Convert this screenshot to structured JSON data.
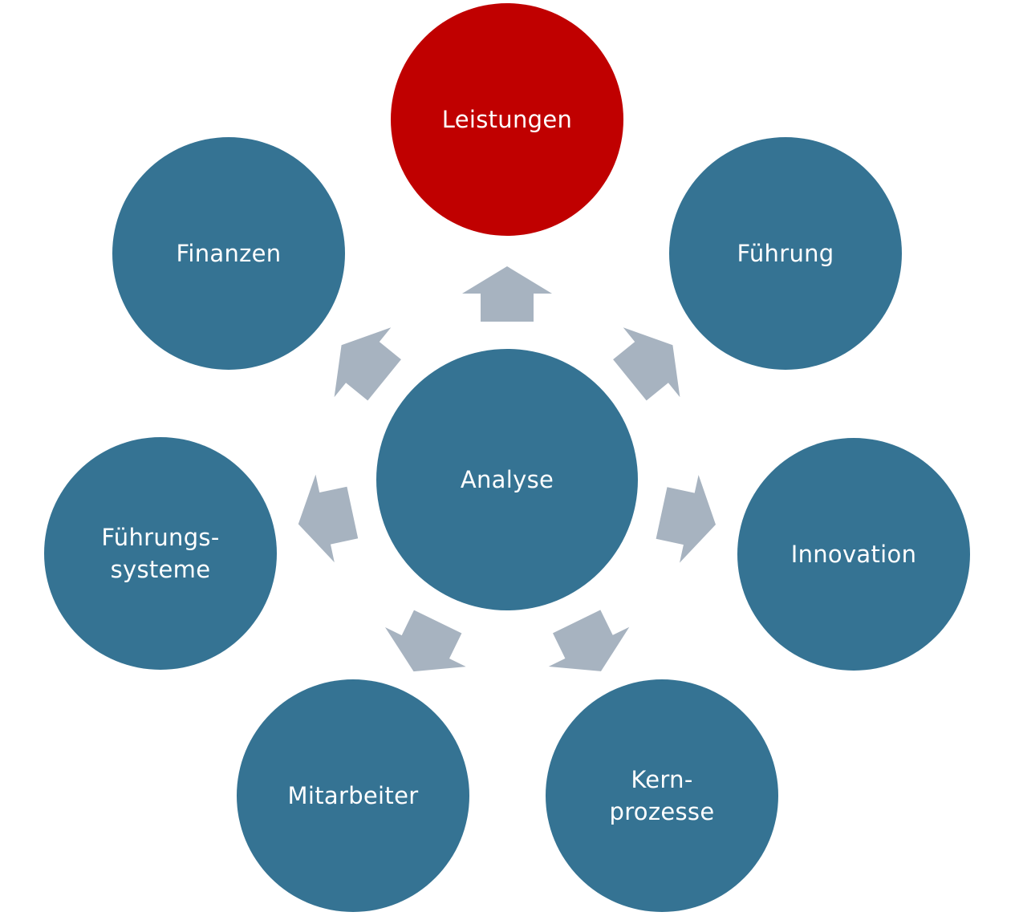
{
  "diagram": {
    "title": "",
    "colors": {
      "node": "#357393",
      "highlight": "#C00000",
      "arrow": "#A7B3C0",
      "text": "#FFFFFF"
    },
    "center": {
      "label": "Analyse"
    },
    "nodes": [
      {
        "label": "Leistungen",
        "highlighted": true
      },
      {
        "label": "Führung",
        "highlighted": false
      },
      {
        "label": "Innovation",
        "highlighted": false
      },
      {
        "label": "Kern-\nprozesse",
        "highlighted": false
      },
      {
        "label": "Mitarbeiter",
        "highlighted": false
      },
      {
        "label": "Führungs-\nsysteme",
        "highlighted": false
      },
      {
        "label": "Finanzen",
        "highlighted": false
      }
    ],
    "edges": [
      {
        "from": "Analyse",
        "to": "Leistungen"
      },
      {
        "from": "Analyse",
        "to": "Führung"
      },
      {
        "from": "Analyse",
        "to": "Innovation"
      },
      {
        "from": "Analyse",
        "to": "Kernprozesse"
      },
      {
        "from": "Analyse",
        "to": "Mitarbeiter"
      },
      {
        "from": "Analyse",
        "to": "Führungssysteme"
      },
      {
        "from": "Analyse",
        "to": "Finanzen"
      }
    ]
  }
}
